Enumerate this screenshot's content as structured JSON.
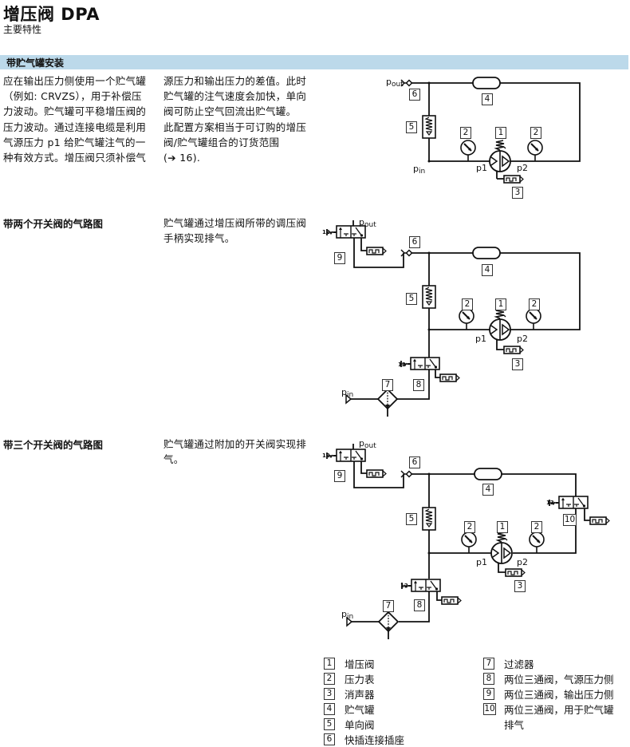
{
  "header": {
    "title": "增压阀 DPA",
    "subtitle": "主要特性"
  },
  "section": {
    "title": "带贮气罐安装",
    "intro_left": [
      "应在输出压力侧使用一个贮气罐",
      "（例如: CRVZS），用于补偿压",
      "力波动。贮气罐可平稳增压阀的",
      "压力波动。通过连接电缆是利用",
      "气源压力 p1 给贮气罐注气的一",
      "种有效方式。增压阀只须补偿气"
    ],
    "intro_right": [
      "源压力和输出压力的差值。此时",
      "贮气罐的注气速度会加快，单向",
      "阀可防止空气回流出贮气罐。",
      "此配置方案相当于可订购的增压",
      "阀/贮气罐组合的订货范围",
      "(➔ 16)."
    ]
  },
  "two_valves": {
    "heading": "带两个开关阀的气路图",
    "text": [
      "贮气罐通过增压阀所带的调压阀",
      "手柄实现排气。"
    ]
  },
  "three_valves": {
    "heading": "带三个开关阀的气路图",
    "text": [
      "贮气罐通过附加的开关阀实现排",
      "气。"
    ]
  },
  "diagram_labels": {
    "p_out_main": "p",
    "p_out_sub": "out",
    "p_in_main": "p",
    "p_in_sub": "in",
    "p1": "p1",
    "p2": "p2",
    "pilot": "12",
    "n1": "1",
    "n2": "2",
    "n3": "3",
    "n4": "4",
    "n5": "5",
    "n6": "6",
    "n7": "7",
    "n8": "8",
    "n9": "9",
    "n10": "10"
  },
  "legend": {
    "left": [
      {
        "num": "1",
        "label": "增压阀"
      },
      {
        "num": "2",
        "label": "压力表"
      },
      {
        "num": "3",
        "label": "消声器"
      },
      {
        "num": "4",
        "label": "贮气罐"
      },
      {
        "num": "5",
        "label": "单向阀"
      },
      {
        "num": "6",
        "label": "快插连接插座"
      }
    ],
    "right": [
      {
        "num": "7",
        "label": "过滤器"
      },
      {
        "num": "8",
        "label": "两位三通阀，气源压力侧"
      },
      {
        "num": "9",
        "label": "两位三通阀，输出压力侧"
      },
      {
        "num": "10",
        "label": "两位三通阀，用于贮气罐",
        "label_cont": "排气"
      }
    ]
  },
  "colors": {
    "section_bar": "#bcd9ea",
    "line": "#111111"
  }
}
